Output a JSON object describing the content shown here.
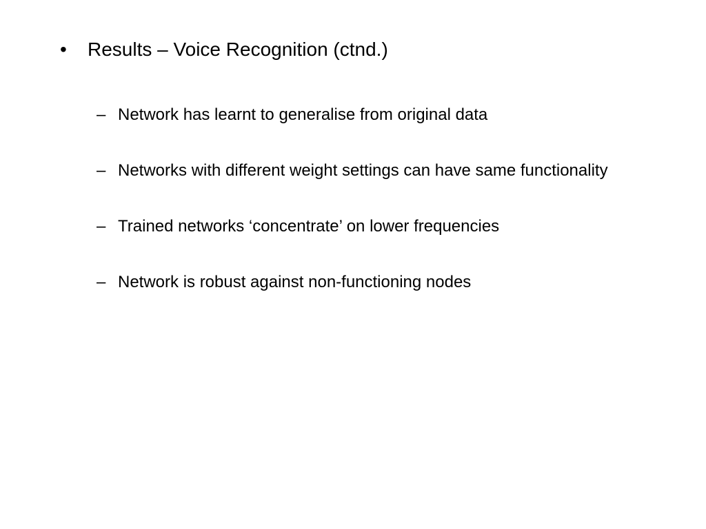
{
  "slide": {
    "main_bullet": {
      "marker": "•",
      "text": "Results – Voice Recognition (ctnd.)"
    },
    "sub_bullets": [
      {
        "marker": "–",
        "text": "Network has learnt to generalise from original data"
      },
      {
        "marker": "–",
        "text": "Networks with different weight settings can have same functionality"
      },
      {
        "marker": "–",
        "text": "Trained networks ‘concentrate’ on lower frequencies"
      },
      {
        "marker": "–",
        "text": "Network is robust against non-functioning nodes"
      }
    ]
  }
}
